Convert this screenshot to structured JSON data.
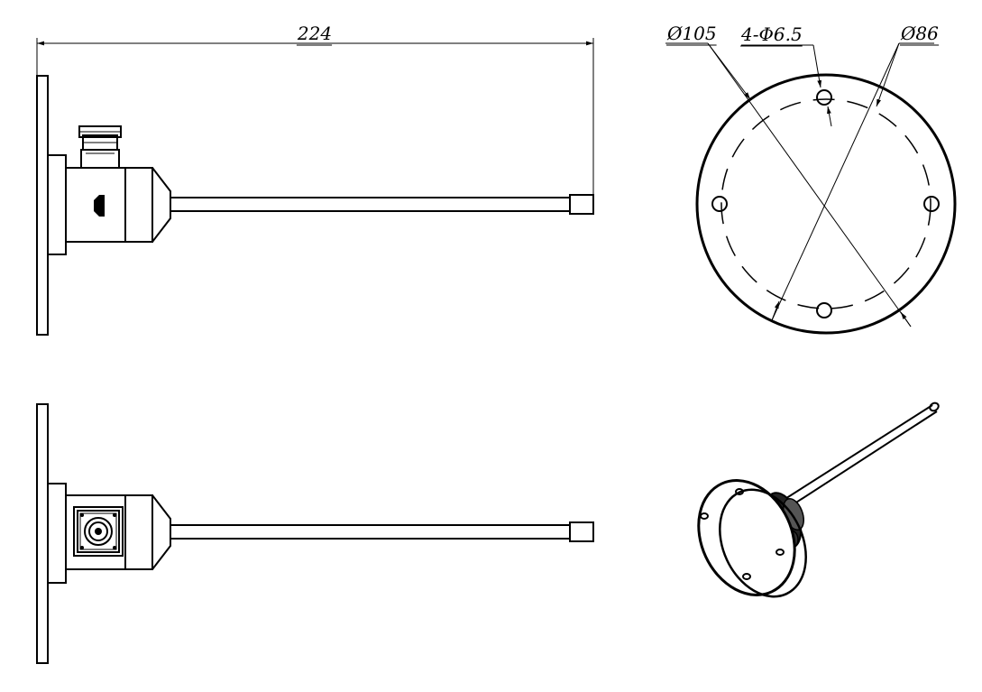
{
  "dimensions": {
    "length": "224",
    "flange_diameter": "Ø105",
    "hole_spec": "4-Φ6.5",
    "bolt_circle_diameter": "Ø86"
  },
  "views": [
    "front-view",
    "plan-view",
    "side-view",
    "isometric-view"
  ],
  "line_color": "#000000"
}
